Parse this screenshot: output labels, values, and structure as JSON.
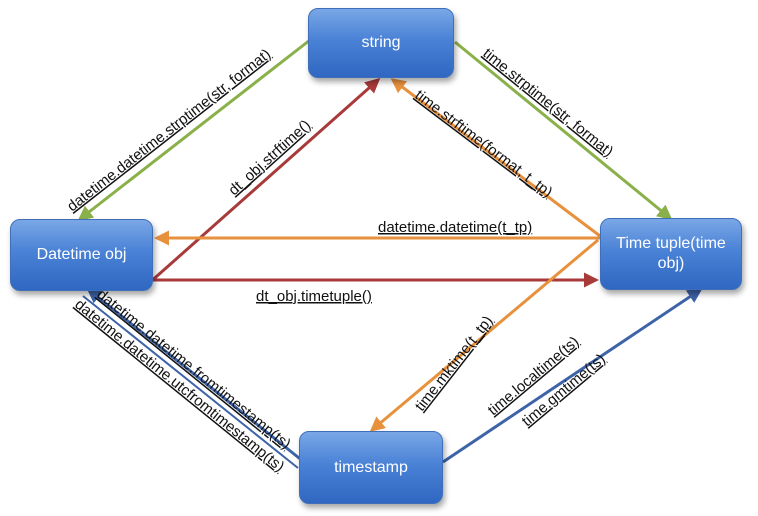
{
  "nodes": {
    "string": "string",
    "datetime": "Datetime obj",
    "tuple": "Time tuple(time obj)",
    "timestamp": "timestamp"
  },
  "labels": {
    "strptime_dt": "datetime.datetime.strptime(str, format)",
    "strftime_dt": "dt_obj.strftime()",
    "time_strftime": "time.strftime(format, t_tp)",
    "time_strptime": "time.strptime(str, format)",
    "dt_from_tuple": "datetime.datetime(t_tp)",
    "timetuple": "dt_obj.timetuple()",
    "fromtimestamp": "datetime.datetime.fromtimestamp(ts)",
    "utcfromtimestamp": "datetime.datetime.utcfromtimestamp(ts)",
    "mktime": "time.mktime(t_tp)",
    "localtime": "time.localtime(ts)",
    "gmtime": "time.gmtime(ts)"
  },
  "colors": {
    "green": "#8ab04a",
    "red": "#a83a3a",
    "orange": "#e8913d",
    "blue": "#3d63a8",
    "node_fill": "#4a82d6"
  }
}
